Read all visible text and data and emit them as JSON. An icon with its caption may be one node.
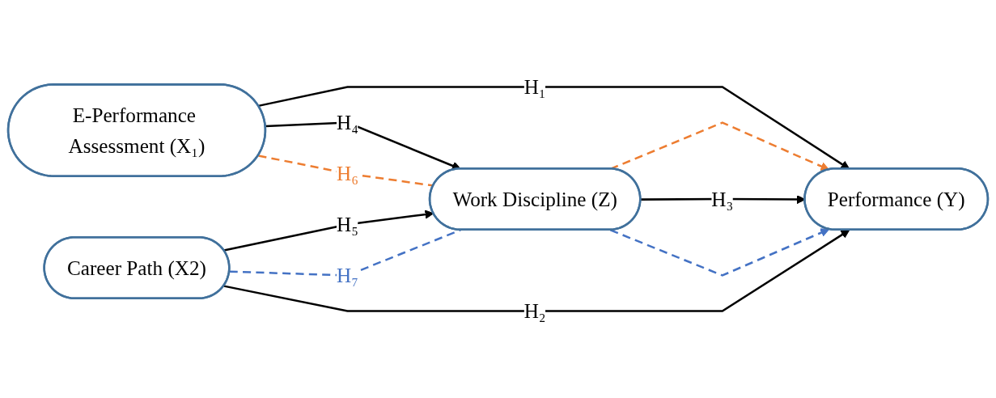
{
  "diagram": {
    "nodes": [
      {
        "text": [
          "E-Performance Assessment (X₁)"
        ]
      },
      {
        "text": [
          "Work Discipline (Z)"
        ]
      },
      {
        "text": [
          "Performance (Y)"
        ]
      },
      {
        "text": [
          "Career Path (X2)"
        ]
      }
    ],
    "edges": [
      {
        "from": 0,
        "to": 2,
        "arrow": "to",
        "label": "H₁"
      },
      {
        "from": 0,
        "to": 1,
        "arrow": "to",
        "label": "H₄"
      },
      {
        "from": 0,
        "to": 1,
        "arrow": "none",
        "label": "H₆",
        "style": "dashed",
        "color": "#ed7d31"
      },
      {
        "from": 1,
        "to": 2,
        "arrow": "to",
        "style": "dashed",
        "color": "#ed7d31"
      },
      {
        "from": 1,
        "to": 2,
        "arrow": "to",
        "label": "H₃"
      },
      {
        "from": 1,
        "to": 2,
        "arrow": "to",
        "style": "dashed",
        "color": "#4472c4"
      },
      {
        "from": 3,
        "to": 1,
        "arrow": "to",
        "label": "H₅"
      },
      {
        "from": 3,
        "to": 1,
        "arrow": "none",
        "label": "H₇",
        "style": "dashed",
        "color": "#4472c4"
      },
      {
        "from": 3,
        "to": 2,
        "arrow": "to",
        "label": "H₂"
      }
    ]
  }
}
